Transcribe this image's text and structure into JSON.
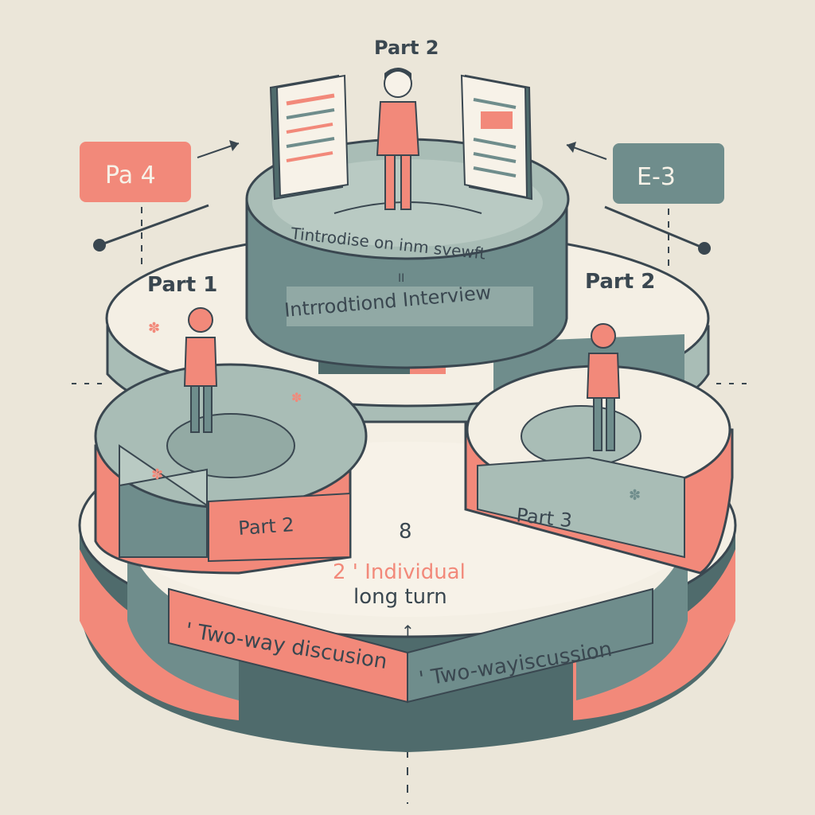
{
  "colors": {
    "background": "#ebe6d9",
    "teal": "#6f8d8c",
    "teal_dark": "#4f6b6c",
    "teal_light": "#a9bdb6",
    "coral": "#f2897a",
    "cream": "#f4efe4",
    "ink": "#3a4750"
  },
  "labels": {
    "top_title": "Part 2",
    "tag_left": "Pa 4",
    "tag_right": "E-3",
    "top_arc_text": "Tintrodise on inm svewft",
    "top_arc_mark": "II",
    "top_band": "Intrrodtiond Interview",
    "mid_left": "Part 1",
    "mid_right": "Part 2",
    "left_ring_band": "Part 2",
    "right_ring_band": "Part 3",
    "center_num": "8",
    "center_line1": "2 ' Individual",
    "center_line2": "long turn",
    "bottom_left_band": "' Two-way discusion",
    "bottom_right_band": "' Two-wayiscussion"
  }
}
